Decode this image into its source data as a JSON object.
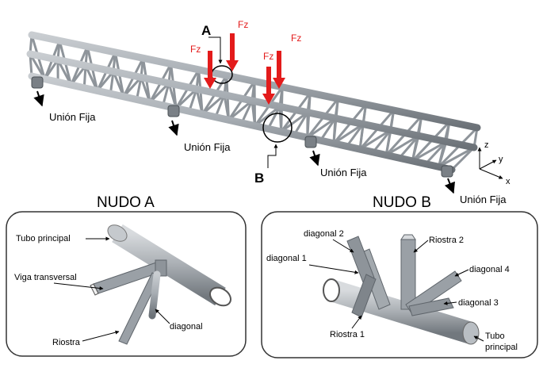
{
  "truss": {
    "force_label": "Fz",
    "node_a_marker": "A",
    "node_b_marker": "B",
    "support_label": "Unión Fija",
    "axes": {
      "z": "z",
      "y": "y",
      "x": "x"
    }
  },
  "node_a": {
    "title": "NUDO A",
    "labels": {
      "main_tube": "Tubo principal",
      "cross_beam": "Viga transversal",
      "brace": "Riostra",
      "diagonal": "diagonal"
    }
  },
  "node_b": {
    "title": "NUDO B",
    "labels": {
      "diagonal_2": "diagonal 2",
      "brace_2": "Riostra 2",
      "diagonal_1": "diagonal 1",
      "diagonal_4": "diagonal 4",
      "diagonal_3": "diagonal 3",
      "brace_1": "Riostra 1",
      "main_tube_line1": "Tubo",
      "main_tube_line2": "principal"
    }
  },
  "colors": {
    "force": "#e31b1b",
    "steel": "#9aa0a6",
    "steel_dark": "#5f656b",
    "frame": "#333333"
  }
}
